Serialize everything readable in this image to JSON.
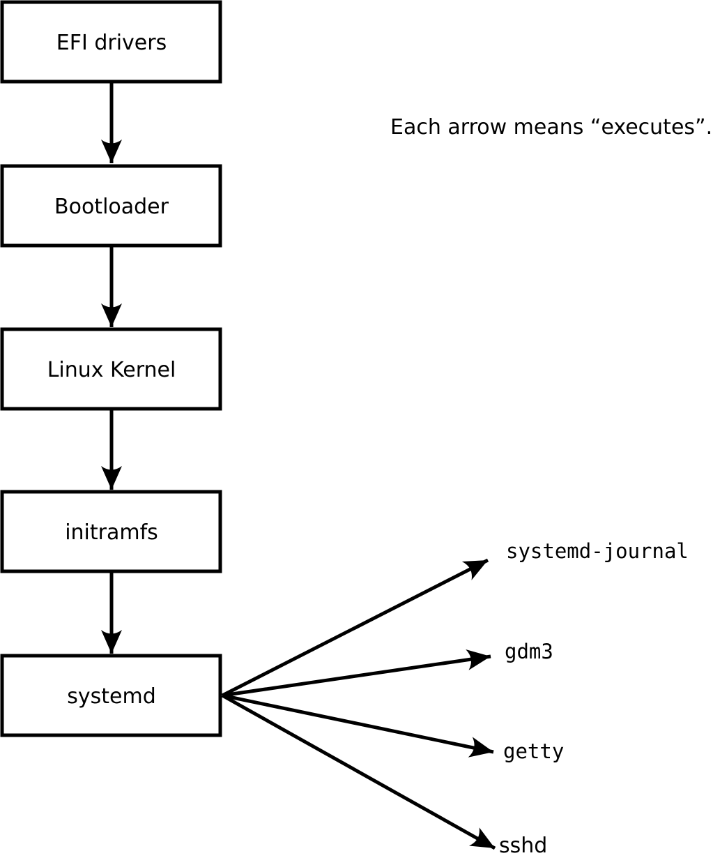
{
  "diagram": {
    "caption": "Each arrow means “executes”.",
    "boot_chain": [
      {
        "label": "EFI drivers"
      },
      {
        "label": "Bootloader"
      },
      {
        "label": "Linux Kernel"
      },
      {
        "label": "initramfs"
      },
      {
        "label": "systemd"
      }
    ],
    "spawned_processes": [
      {
        "label": "systemd-journal"
      },
      {
        "label": "gdm3"
      },
      {
        "label": "getty"
      },
      {
        "label": "sshd"
      }
    ],
    "colors": {
      "stroke": "#000000",
      "background": "#ffffff",
      "box_fill": "#ffffff",
      "text": "#000000"
    }
  }
}
